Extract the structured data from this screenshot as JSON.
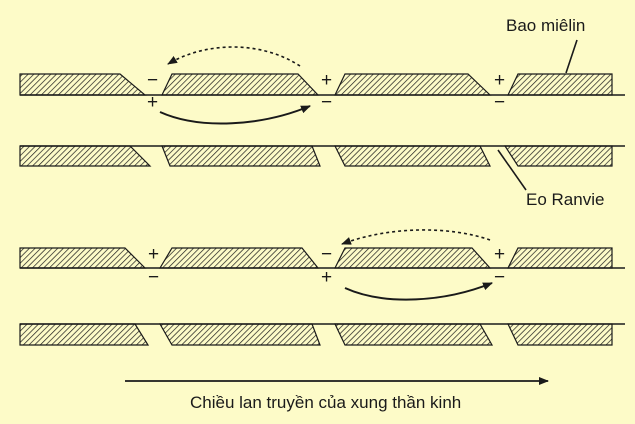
{
  "labels": {
    "myelin_sheath": "Bao miêlin",
    "node_of_ranvier": "Eo Ranvie",
    "direction": "Chiều lan truyền của xung thần kinh"
  },
  "signs": {
    "plus": "+",
    "minus": "−"
  },
  "colors": {
    "background": "#fdfbc8",
    "stroke": "#1a1a1a"
  }
}
